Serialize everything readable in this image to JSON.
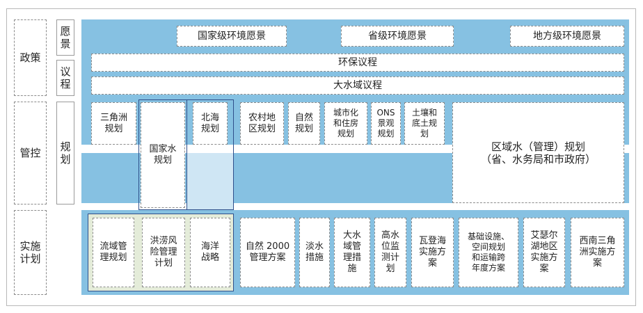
{
  "rows": {
    "policy": "政策",
    "control": "管控",
    "implementation": "实施\n计划"
  },
  "subrows": {
    "vision": "愿\n景",
    "agenda": "议\n程",
    "planning": "规\n划"
  },
  "vision_items": [
    "国家级环境愿景",
    "省级环境愿景",
    "地方级环境愿景"
  ],
  "agenda_items": [
    "环保议程",
    "大水域议程"
  ],
  "planning_items": {
    "delta": "三角洲\n规划",
    "national_water": "国家水\n规划",
    "north_sea": "北海\n规划",
    "rural": "农村地\n区规划",
    "nature": "自然\n规划",
    "urban": "城市化\n和住房\n规划",
    "ons": "ONS\n景观\n规划",
    "soil": "土壤和\n底土规\n划",
    "regional": "区域水（管理）规划\n（省、水务局和市政府）"
  },
  "implementation_items": {
    "basin": "流域管\n理规划",
    "flood": "洪涝风\n险管理\n计划",
    "ocean": "海洋\n战略",
    "nature2000": "自然 2000\n管理方案",
    "freshwater": "淡水\n措施",
    "bigwater": "大水\n域管\n理措\n施",
    "highwater": "高水\n位监\n测计\n划",
    "wadden": "瓦登海\n实施方\n案",
    "infra": "基础设施、\n空间规划\n和运输跨\n年度方案",
    "ijssel": "艾瑟尔\n湖地区\n实施方\n案",
    "sw_delta": "西南三角\n洲实施方\n案"
  },
  "colors": {
    "blue_band": "#86c1e2",
    "light_blue": "#cfe6f4",
    "green_tint": "#e4ecd9",
    "highlight_border": "#2f4f8a"
  }
}
